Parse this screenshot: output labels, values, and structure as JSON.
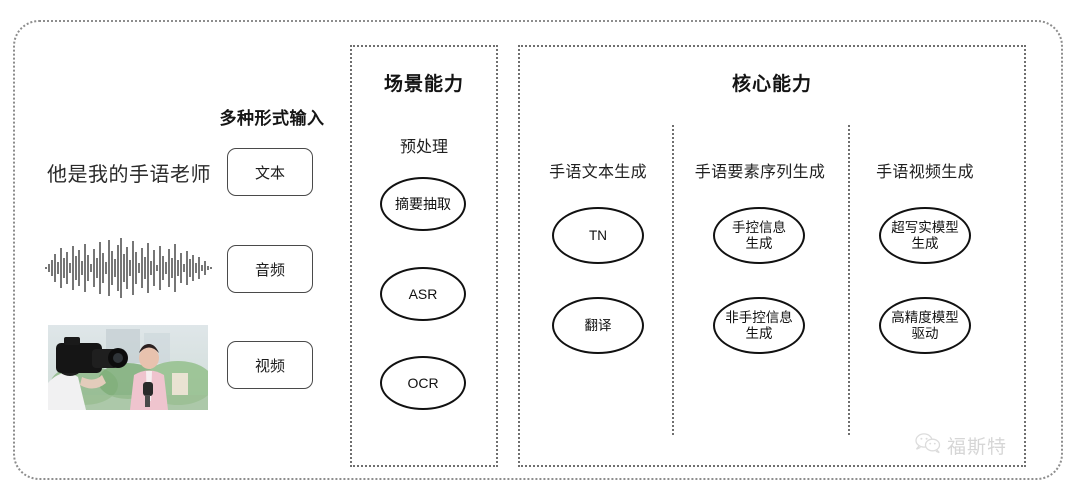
{
  "diagram": {
    "title_hidden": "",
    "input_section": {
      "header": "多种形式输入",
      "sample_text": "他是我的手语老师",
      "modalities": [
        {
          "label": "文本",
          "icon": "text-icon"
        },
        {
          "label": "音频",
          "icon": "waveform-icon"
        },
        {
          "label": "视频",
          "icon": "video-thumbnail-icon"
        }
      ]
    },
    "scene_panel": {
      "title": "场景能力",
      "subtitle": "预处理",
      "nodes": [
        {
          "label": "摘要抽取"
        },
        {
          "label": "ASR"
        },
        {
          "label": "OCR"
        }
      ]
    },
    "core_panel": {
      "title": "核心能力",
      "columns": [
        {
          "label": "手语文本生成",
          "nodes": [
            {
              "line1": "TN",
              "line2": ""
            },
            {
              "line1": "翻译",
              "line2": ""
            }
          ]
        },
        {
          "label": "手语要素序列生成",
          "nodes": [
            {
              "line1": "手控信息",
              "line2": "生成"
            },
            {
              "line1": "非手控信息",
              "line2": "生成"
            }
          ]
        },
        {
          "label": "手语视频生成",
          "nodes": [
            {
              "line1": "超写实模型",
              "line2": "生成"
            },
            {
              "line1": "高精度模型",
              "line2": "驱动"
            }
          ]
        }
      ]
    },
    "watermark": {
      "text": "福斯特",
      "icon": "wechat-icon"
    },
    "colors": {
      "border": "#6f6f6f",
      "outer_border": "#8d8d8d",
      "node_stroke": "#111111",
      "text": "#1a1a1a",
      "watermark": "#b6b6b6"
    }
  }
}
